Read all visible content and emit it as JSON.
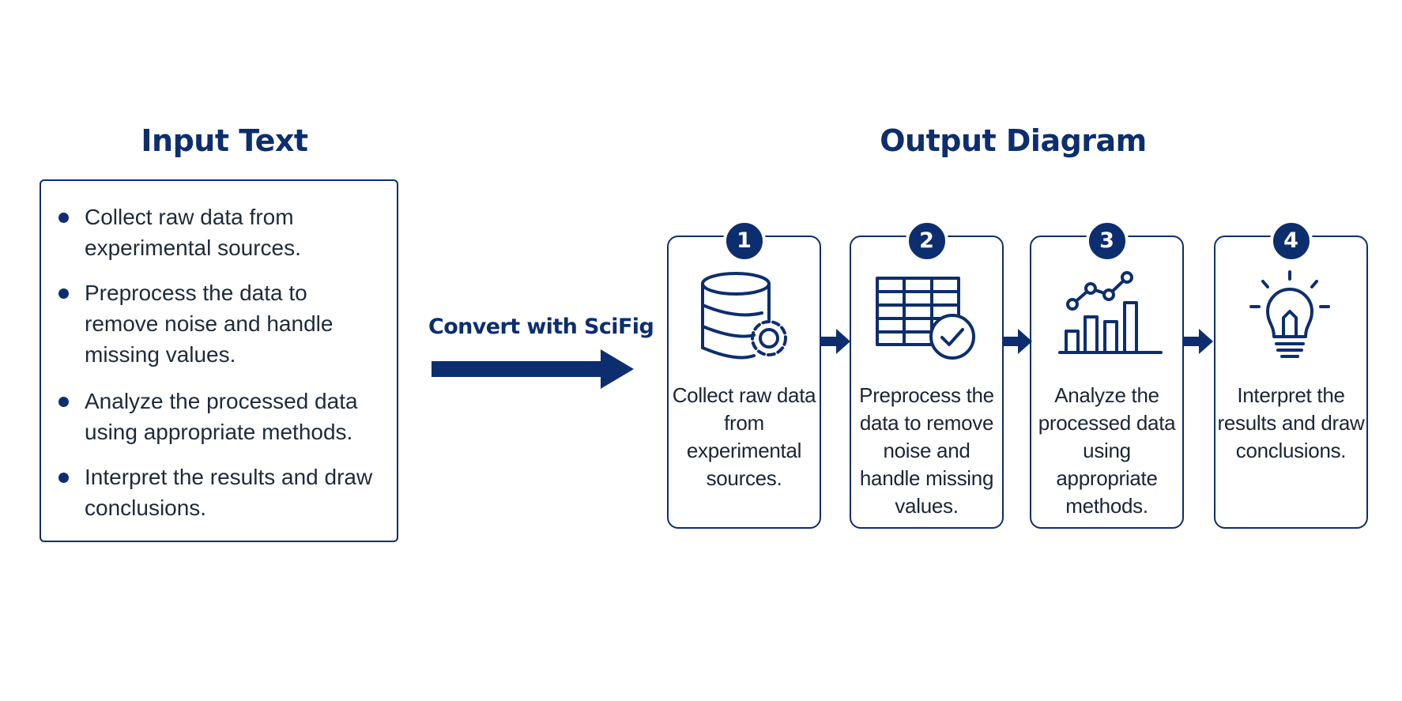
{
  "input": {
    "title": "Input Text",
    "items": [
      "Collect raw data from experimental sources.",
      "Preprocess the data to remove noise and handle missing values.",
      "Analyze the processed data using appropriate methods.",
      "Interpret the results and draw conclusions."
    ]
  },
  "convert": {
    "label": "Convert with SciFig"
  },
  "output": {
    "title": "Output Diagram",
    "steps": [
      {
        "number": "1",
        "icon": "database-gear-icon",
        "text": "Collect raw data from experimental sources."
      },
      {
        "number": "2",
        "icon": "table-check-icon",
        "text": "Preprocess the data to remove noise and handle missing values."
      },
      {
        "number": "3",
        "icon": "bar-line-chart-icon",
        "text": "Analyze the processed data using appropriate methods."
      },
      {
        "number": "4",
        "icon": "lightbulb-icon",
        "text": "Interpret the results and draw conclusions."
      }
    ]
  },
  "colors": {
    "primary": "#0d2e6e",
    "text": "#1a2535",
    "background": "#ffffff"
  }
}
